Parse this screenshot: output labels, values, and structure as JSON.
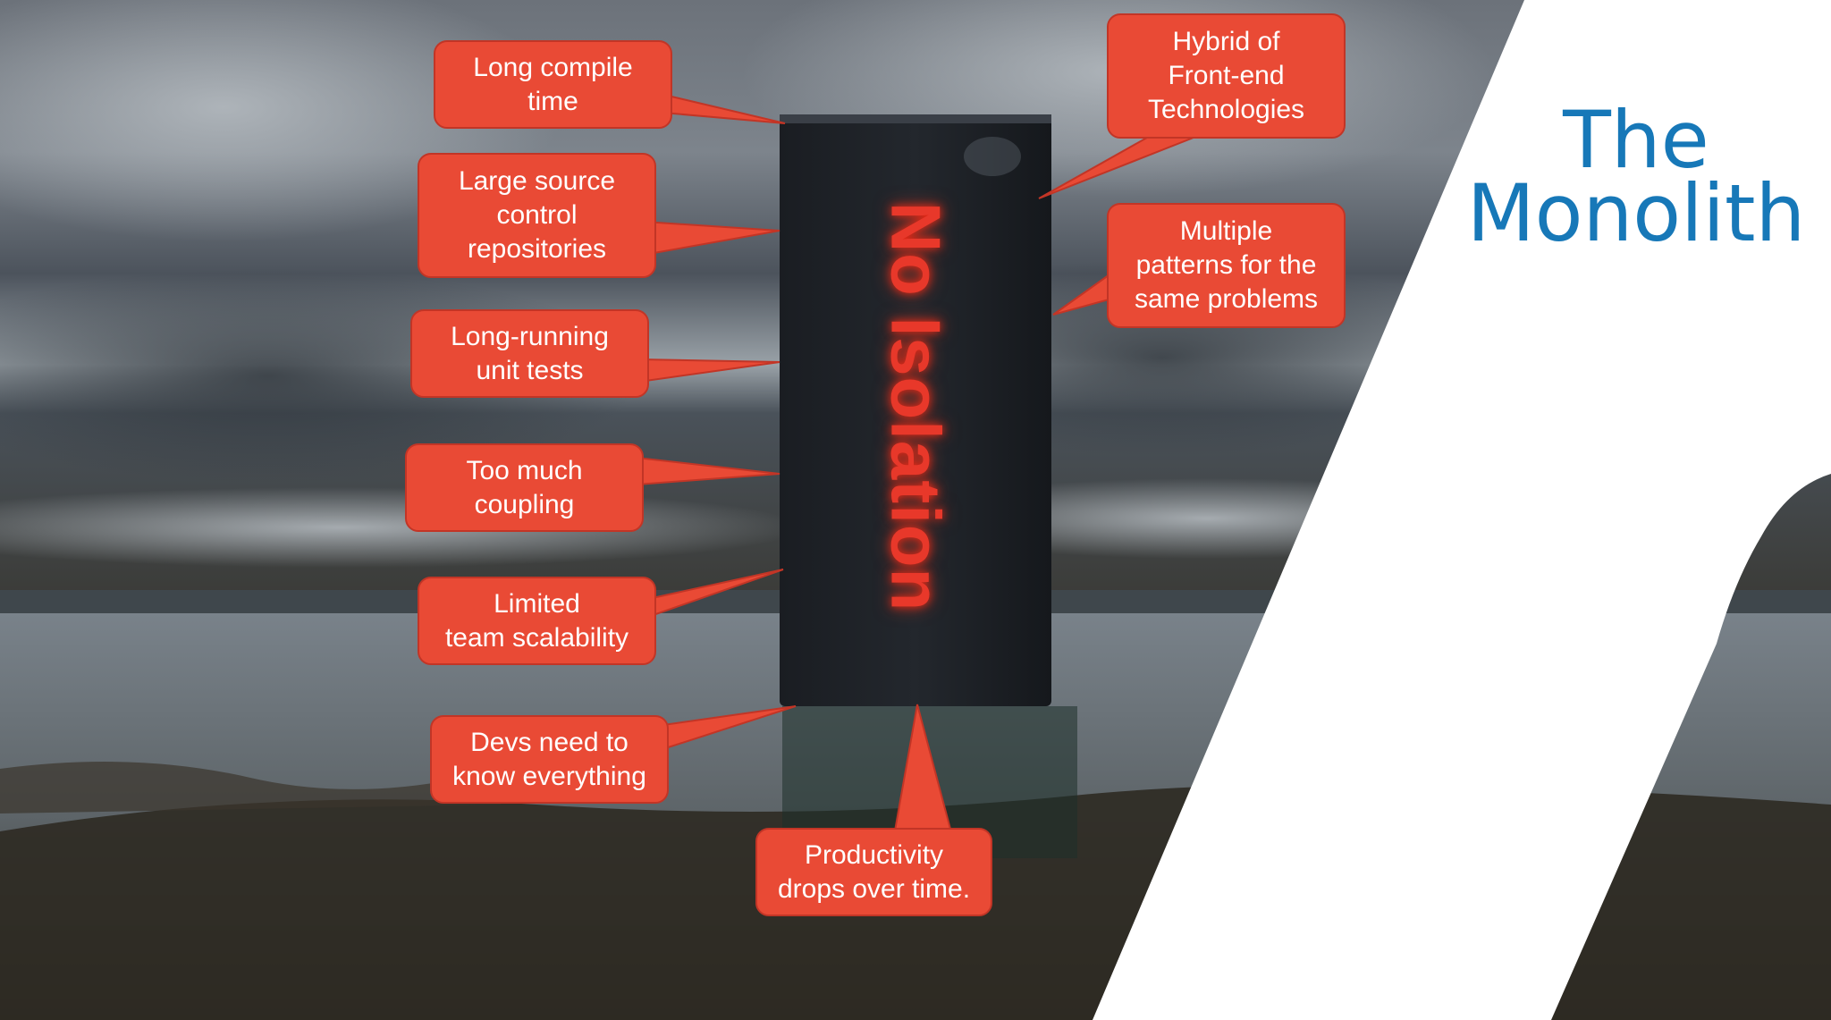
{
  "slide": {
    "title_line1": "The",
    "title_line2": "Monolith",
    "monolith_label": "No Isolation",
    "colors": {
      "callout": "#e94a35",
      "title": "#1778b8",
      "label_glow": "#e8382a"
    }
  },
  "callouts": {
    "compile": "Long compile\ntime",
    "repos": "Large source\ncontrol\nrepositories",
    "tests": "Long-running\nunit tests",
    "coupling": "Too much\ncoupling",
    "scalability": "Limited\nteam scalability",
    "knowledge": "Devs need to\nknow everything",
    "productivity": "Productivity\ndrops over time.",
    "hybrid": "Hybrid of\nFront-end\nTechnologies",
    "patterns": "Multiple\npatterns for the\nsame problems"
  }
}
